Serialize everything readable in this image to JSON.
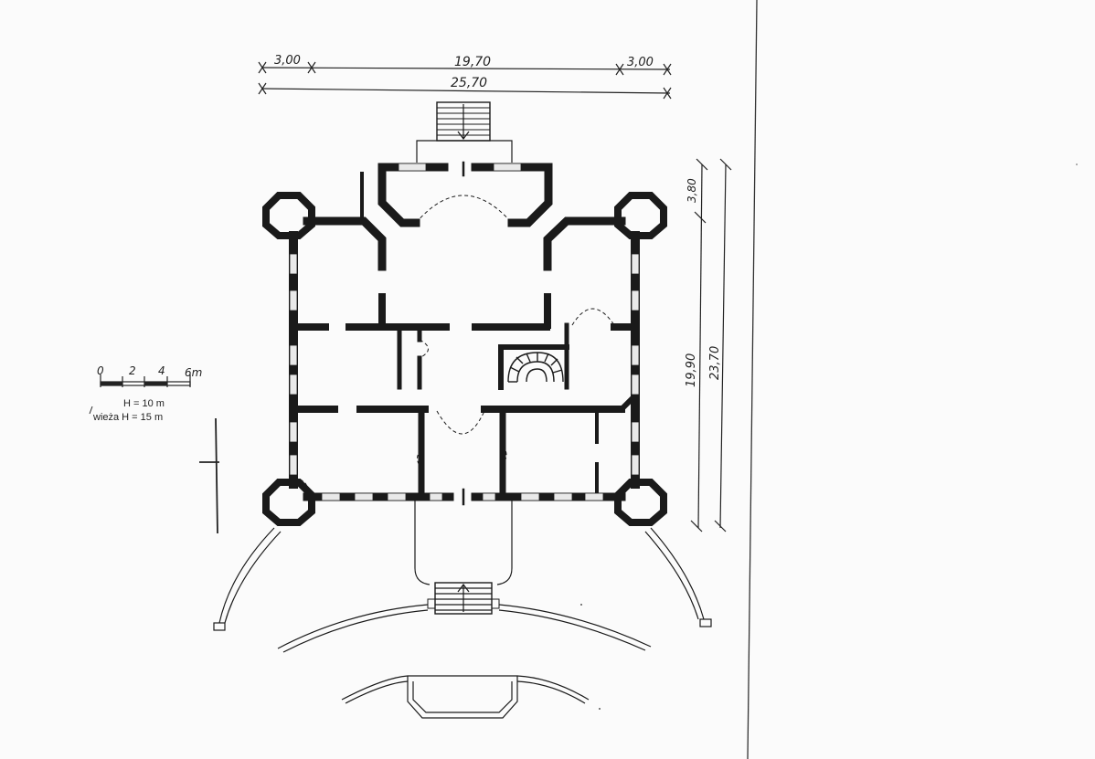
{
  "dimensions": {
    "left_side": "3,00",
    "center": "19,70",
    "right_side": "3,00",
    "total_width": "25,70",
    "tower_depth": "3,80",
    "main_depth": "19,90",
    "total_depth": "23,70"
  },
  "scale": {
    "ticks": [
      "0",
      "2",
      "4",
      "6m"
    ]
  },
  "notes": {
    "height": "H = 10 m",
    "tower_height": "wieża H = 15 m"
  },
  "colors": {
    "ink": "#1a1a1a",
    "paper": "#fbfbfb",
    "window": "#e9e9e9"
  }
}
